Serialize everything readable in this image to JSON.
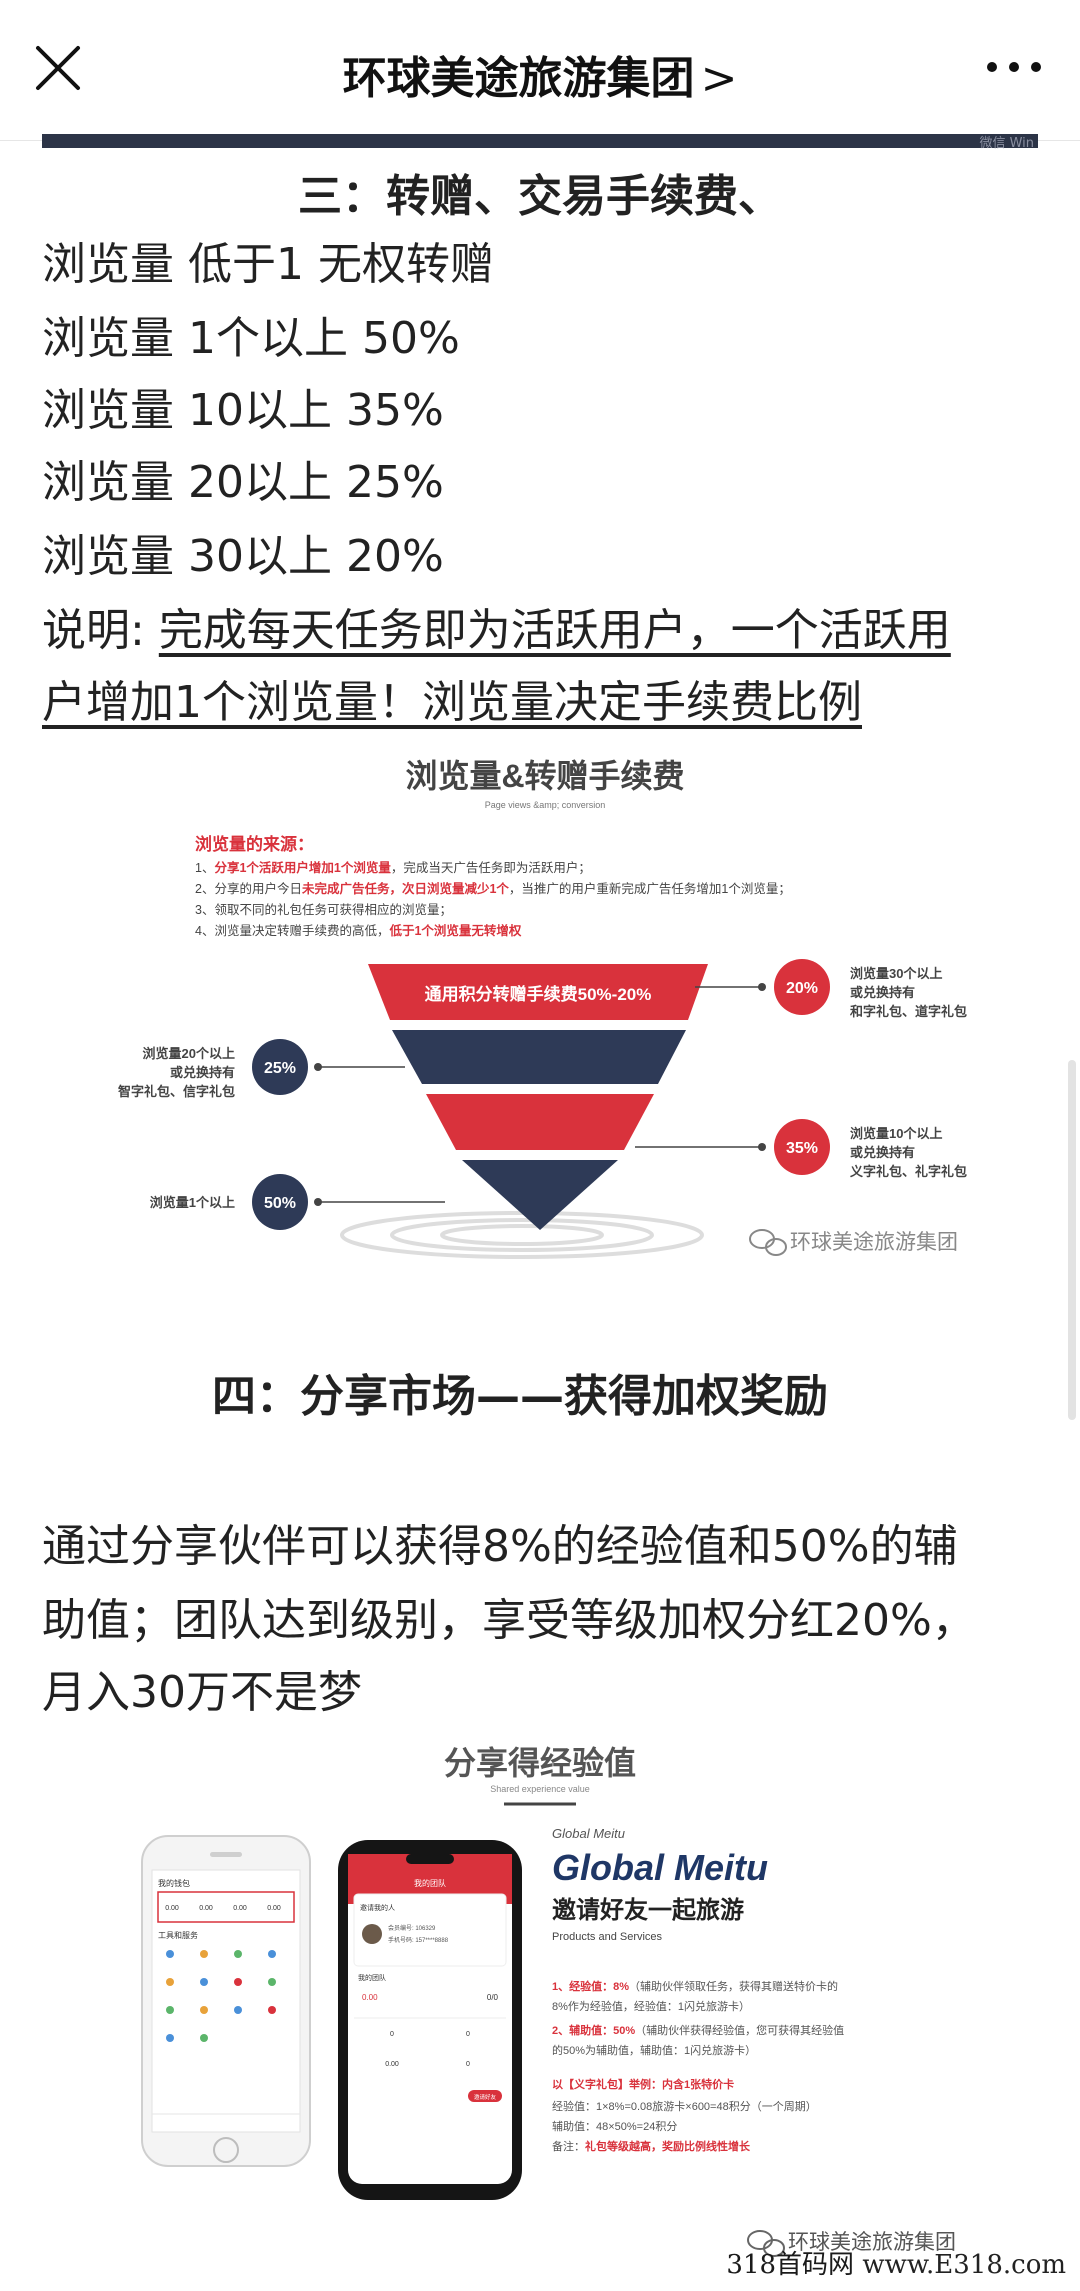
{
  "header": {
    "title": "环球美途旅游集团",
    "chevron": ">"
  },
  "banner_watermark": "微信 Win",
  "section3": {
    "heading": "三：转赠、交易手续费、",
    "lines": [
      "浏览量 低于1 无权转赠",
      "浏览量 1个以上 50%",
      "浏览量 10以上 35%",
      "浏览量 20以上 25%",
      "浏览量 30以上 20%"
    ],
    "note_prefix": "说明: ",
    "note_line1": "完成每天任务即为活跃用户，一个活跃用",
    "note_line2": "户增加1个浏览量！浏览量决定手续费比例"
  },
  "figure1": {
    "title": "浏览量&转赠手续费",
    "subtitle": "Page views &amp; conversion",
    "source_heading": "浏览量的来源：",
    "items": [
      {
        "num": "1、",
        "em": "分享1个活跃用户增加1个浏览量",
        "rest": "，完成当天广告任务即为活跃用户；"
      },
      {
        "num": "2、",
        "pre": "分享的用户今日",
        "em": "未完成广告任务，次日浏览量减少1个",
        "rest": "，当推广的用户重新完成广告任务增加1个浏览量；"
      },
      {
        "num": "3、",
        "rest": "领取不同的礼包任务可获得相应的浏览量；"
      },
      {
        "num": "4、",
        "pre": "浏览量决定转赠手续费的高低，",
        "em": "低于1个浏览量无转增权"
      }
    ],
    "funnel_label": "通用积分转赠手续费50%-20%",
    "left_callouts": [
      {
        "pct": "25%",
        "line1": "浏览量20个以上",
        "line2": "或兑换持有",
        "line3": "智字礼包、信字礼包"
      },
      {
        "pct": "50%",
        "line1": "浏览量1个以上"
      }
    ],
    "right_callouts": [
      {
        "pct": "20%",
        "line1": "浏览量30个以上",
        "line2": "或兑换持有",
        "line3": "和字礼包、道字礼包"
      },
      {
        "pct": "35%",
        "line1": "浏览量10个以上",
        "line2": "或兑换持有",
        "line3": "义字礼包、礼字礼包"
      }
    ],
    "watermark": "环球美途旅游集团"
  },
  "section4": {
    "heading": "四：分享市场——获得加权奖励",
    "para_line1": "通过分享伙伴可以获得8%的经验值和50%的辅",
    "para_line2": "助值；团队达到级别，享受等级加权分红20%，",
    "para_line3": "月入30万不是梦"
  },
  "figure2": {
    "title": "分享得经验值",
    "subtitle": "Shared experience value",
    "phone1": {
      "section_title": "我的钱包",
      "vals": [
        "0.00",
        "0.00",
        "0.00",
        "0.00"
      ],
      "tools_title": "工具和服务"
    },
    "phone2": {
      "header": "我的团队",
      "inviter": "邀请我的人",
      "member_no": "会员编号: 106329",
      "phone_no": "手机号码: 157****8888",
      "team": "我的团队",
      "v1": "0.00",
      "v2": "0/0",
      "z1": "0",
      "z2": "0",
      "z3": "0.00",
      "z4": "0",
      "btn": "邀请好友"
    },
    "brand_small": "Global Meitu",
    "brand_big": "Global Meitu",
    "slogan": "邀请好友一起旅游",
    "slogan_en": "Products and Services",
    "point1_label": "1、经验值：8%",
    "point1_text": "（辅助伙伴领取任务，获得其赠送特价卡的",
    "point1_text2": "8%作为经验值，经验值：1闪兑旅游卡）",
    "point2_label": "2、辅助值：50%",
    "point2_text": "（辅助伙伴获得经验值，您可获得其经验值",
    "point2_text2": "的50%为辅助值，辅助值：1闪兑旅游卡）",
    "example_title": "以【义字礼包】举例：内含1张特价卡",
    "example_line1": "经验值：1×8%=0.08旅游卡×600=48积分（一个周期）",
    "example_line2": "辅助值：48×50%=24积分",
    "remark_label": "备注：",
    "remark_text": "礼包等级越高，奖励比例线性增长",
    "watermark": "环球美途旅游集团"
  },
  "site_watermark": {
    "name": "318首码网",
    "url": "www.E318.com"
  },
  "colors": {
    "red": "#d9323c",
    "navy": "#2e3a57",
    "gray_text": "#555555"
  }
}
